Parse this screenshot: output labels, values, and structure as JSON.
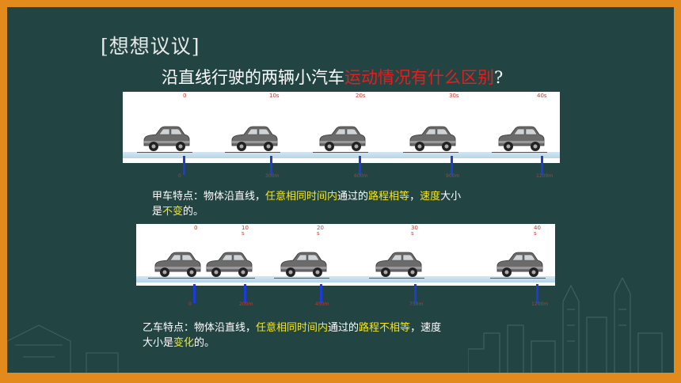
{
  "title": "[想想议议]",
  "question": {
    "prefix": "沿直线行驶的两辆小汽车",
    "highlight": "运动情况有什么区别",
    "suffix": "?"
  },
  "car_a": {
    "time_labels": [
      "0",
      "10s",
      "20s",
      "30s",
      "40s"
    ],
    "distance_labels": [
      "0",
      "300m",
      "600m",
      "900m",
      "1200m"
    ]
  },
  "car_b": {
    "time_labels": [
      "0",
      "10 s",
      "20 s",
      "30 s",
      "40 s"
    ],
    "distance_labels": [
      "0",
      "200m",
      "450m",
      "750m",
      "1200m"
    ]
  },
  "desc_a": {
    "p1": "甲车特点：物体沿直线，",
    "h1": "任意相同时间内",
    "p2": "通过的",
    "h2": "路程相等",
    "p3": "，",
    "h3": "速度",
    "p4": "大小",
    "p5": "是",
    "h4": "不变",
    "p6": "的。"
  },
  "desc_b": {
    "p1": "乙车特点：物体沿直线，",
    "h1": "任意相同时间内",
    "p2": "通过的",
    "h2": "路程不相等",
    "p3": "，速度",
    "p4": "大小是",
    "h3": "变化",
    "p5": "的。"
  },
  "colors": {
    "frame": "#e28a1c",
    "board": "#224543",
    "highlight_red": "#e02020",
    "highlight_yellow": "#f5e61c",
    "marker": "#1d3bd6"
  }
}
